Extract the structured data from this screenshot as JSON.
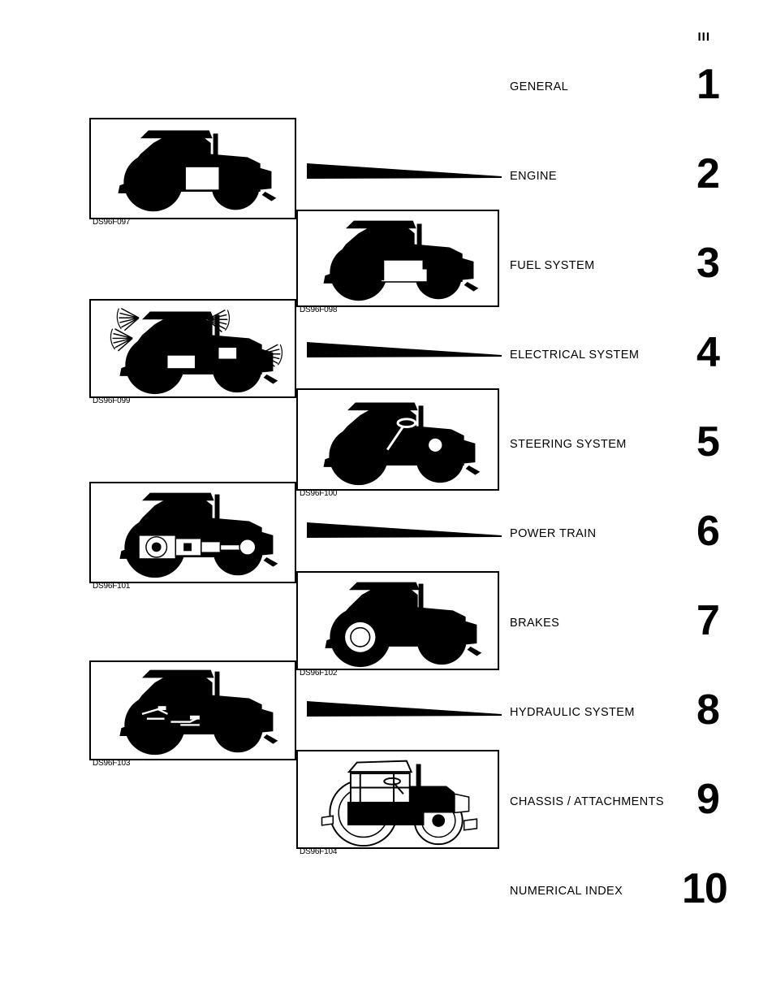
{
  "page": {
    "number": "III"
  },
  "sections": [
    {
      "label": "GENERAL",
      "number": "1"
    },
    {
      "label": "ENGINE",
      "number": "2"
    },
    {
      "label": "FUEL SYSTEM",
      "number": "3"
    },
    {
      "label": "ELECTRICAL SYSTEM",
      "number": "4"
    },
    {
      "label": "STEERING SYSTEM",
      "number": "5"
    },
    {
      "label": "POWER TRAIN",
      "number": "6"
    },
    {
      "label": "BRAKES",
      "number": "7"
    },
    {
      "label": "HYDRAULIC SYSTEM",
      "number": "8"
    },
    {
      "label": "CHASSIS / ATTACHMENTS",
      "number": "9"
    },
    {
      "label": "NUMERICAL INDEX",
      "number": "10"
    }
  ],
  "illustrations": [
    {
      "caption": "DS96F097",
      "subject": "tractor-silhouette-engine",
      "style": "silhouette"
    },
    {
      "caption": "DS96F098",
      "subject": "tractor-silhouette-fuel",
      "style": "silhouette"
    },
    {
      "caption": "DS96F099",
      "subject": "tractor-silhouette-electrical",
      "style": "silhouette"
    },
    {
      "caption": "DS96F100",
      "subject": "tractor-silhouette-steering",
      "style": "silhouette"
    },
    {
      "caption": "DS96F101",
      "subject": "tractor-silhouette-powertrain",
      "style": "silhouette"
    },
    {
      "caption": "DS96F102",
      "subject": "tractor-silhouette-brakes",
      "style": "silhouette"
    },
    {
      "caption": "DS96F103",
      "subject": "tractor-silhouette-hydraulic",
      "style": "silhouette"
    },
    {
      "caption": "DS96F104",
      "subject": "tractor-lineart-chassis",
      "style": "line-art"
    }
  ],
  "colors": {
    "ink": "#000000",
    "paper": "#ffffff"
  }
}
